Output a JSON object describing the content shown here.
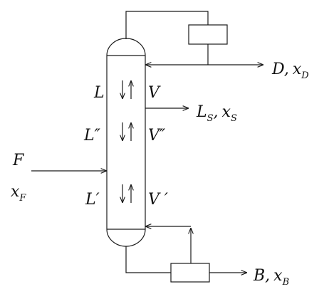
{
  "streams": {
    "distillate": {
      "name": "D",
      "comp_var": "x",
      "comp_sub": "D"
    },
    "sidestream": {
      "name": "L",
      "name_sub": "S",
      "comp_var": "x",
      "comp_sub": "S"
    },
    "bottoms": {
      "name": "B",
      "comp_var": "x",
      "comp_sub": "B"
    },
    "feed": {
      "name": "F",
      "comp_var": "x",
      "comp_sub": "F"
    }
  },
  "sections": {
    "top": {
      "liquid": "L",
      "vapor": "V"
    },
    "middle": {
      "liquid": "L″",
      "vapor": "V″"
    },
    "bottom": {
      "liquid": "L′",
      "vapor": "V ′"
    }
  },
  "separators": {
    "comma": ","
  }
}
